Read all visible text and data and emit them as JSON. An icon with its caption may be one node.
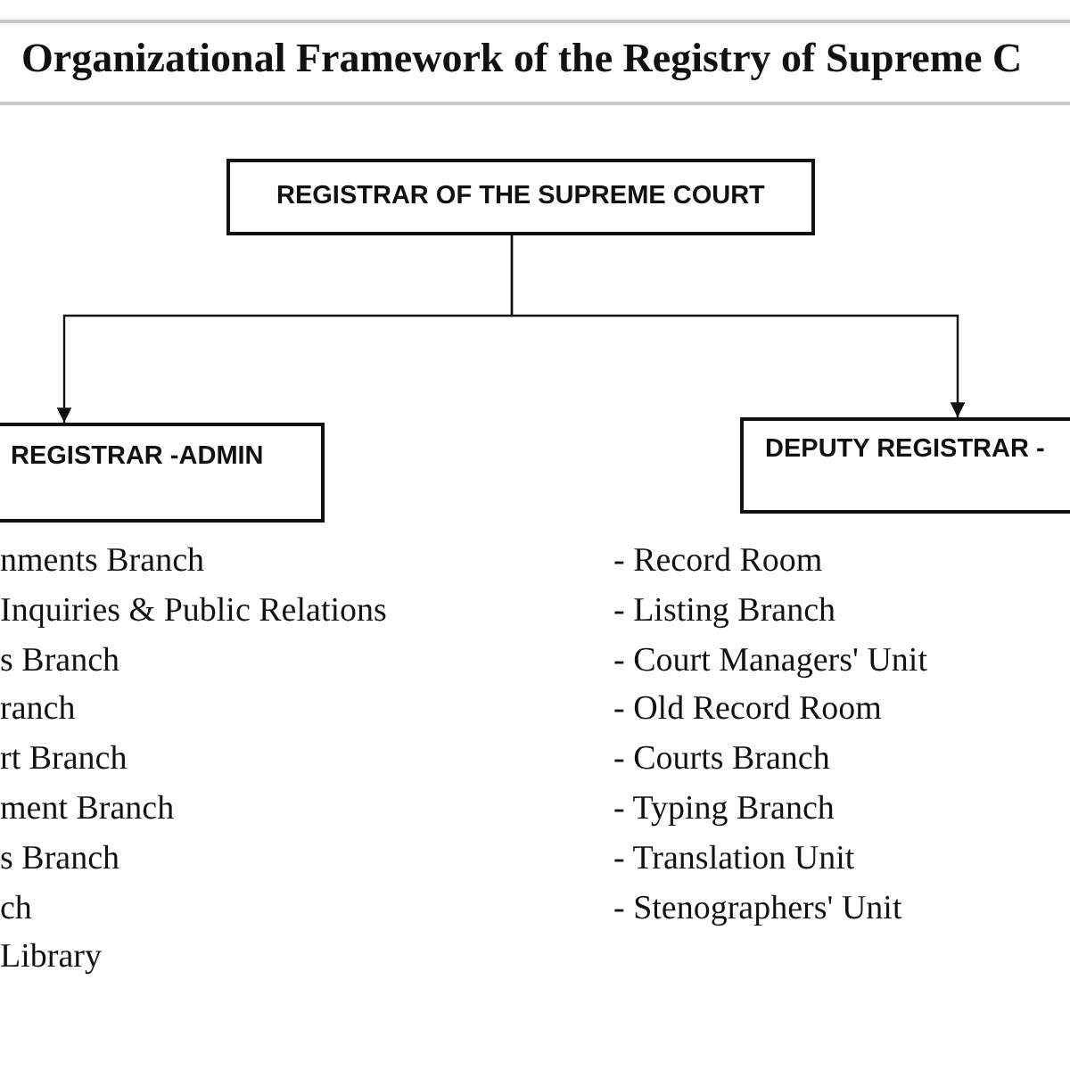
{
  "diagram": {
    "title": "Organizational Framework of the Registry of Supreme C",
    "nodes": [
      {
        "text": [
          "REGISTRAR OF THE SUPREME COURT"
        ]
      },
      {
        "text": [
          "REGISTRAR -ADMIN"
        ]
      },
      {
        "text": [
          "DEPUTY REGISTRAR -"
        ]
      }
    ],
    "edges": [
      {
        "from": 0,
        "to": 1,
        "arrow": "to"
      },
      {
        "from": 0,
        "to": 2,
        "arrow": "to"
      }
    ],
    "labels": [
      "nments Branch",
      "- Record Room",
      "Inquiries & Public Relations",
      "- Listing Branch",
      "s Branch",
      "- Court Managers' Unit",
      "ranch",
      "- Old Record Room",
      "rt Branch",
      "- Courts Branch",
      "ment Branch",
      "- Typing Branch",
      "s Branch",
      "- Translation Unit",
      "ch",
      "- Stenographers' Unit",
      "Library"
    ]
  }
}
